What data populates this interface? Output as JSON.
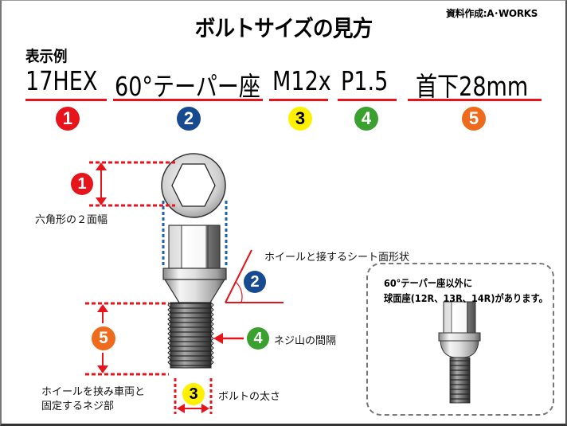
{
  "header": {
    "title": "ボルトサイズの見方",
    "credit": "資料作成:A･WORKS"
  },
  "example": {
    "label": "表示例",
    "parts": [
      {
        "id": 1,
        "text": "17HEX",
        "color": "#e8141b",
        "meaning": "六角形の２面幅"
      },
      {
        "id": 2,
        "text": "60°テーパー座",
        "color": "#174a8f",
        "meaning": "ホイールと接するシート面形状"
      },
      {
        "id": 3,
        "text": "M12x",
        "color": "#fff100",
        "meaning": "ボルトの太さ"
      },
      {
        "id": 4,
        "text": "P1.5",
        "color": "#3aa02f",
        "meaning": "ネジ山の間隔"
      },
      {
        "id": 5,
        "text": "首下28mm",
        "color": "#ee6a1c",
        "meaning": "ホイールを挟み車両と固定するネジ部"
      }
    ]
  },
  "badges": [
    "1",
    "2",
    "3",
    "4",
    "5"
  ],
  "diagram": {
    "label_1": "六角形の２面幅",
    "label_2": "ホイールと接するシート面形状",
    "label_4": "ネジ山の間隔",
    "label_3": "ボルトの太さ",
    "label_5_line1": "ホイールを挟み車両と",
    "label_5_line2": "固定するネジ部"
  },
  "note": {
    "line1": "60°テーパー座以外に",
    "line2": "球面座(12R、13R、14R)があります。"
  },
  "colors": {
    "red": "#e8141b",
    "blue": "#174a8f",
    "yellow": "#fff100",
    "green": "#3aa02f",
    "orange": "#ee6a1c",
    "dotted_blue": "#1f5fae"
  }
}
